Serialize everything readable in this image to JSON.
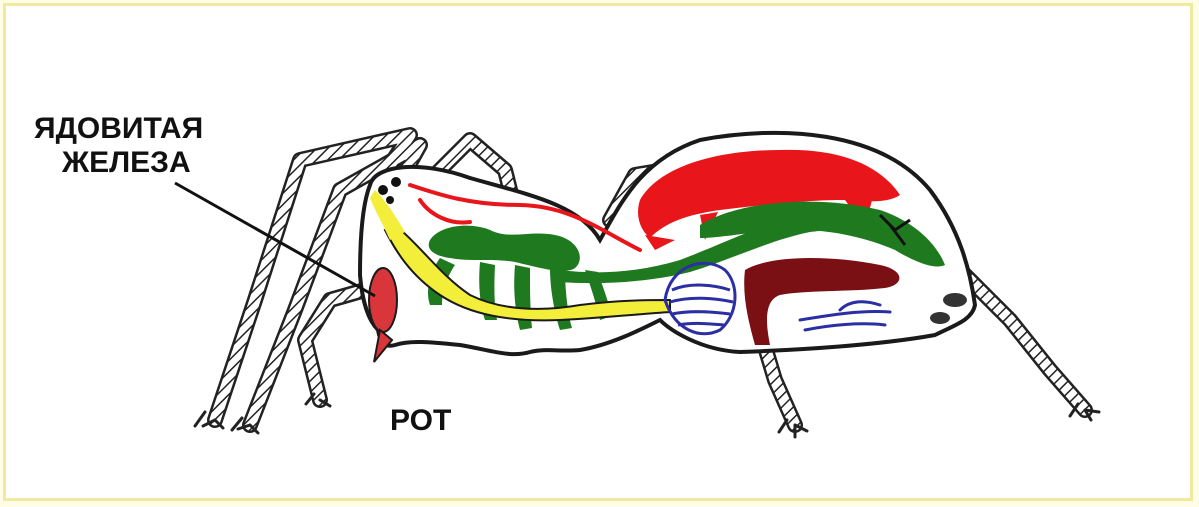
{
  "labels": {
    "venom_gland_line1": "ЯДОВИТАЯ",
    "venom_gland_line2": "ЖЕЛЕЗА",
    "mouth": "РОТ"
  },
  "colors": {
    "background": "#fffde6",
    "frame": "#f2e9a0",
    "heart_arteries": "#e8161b",
    "gut": "#1f7a1f",
    "venom_gland": "#d9363b",
    "yellow_organ": "#f2ee3a",
    "book_lung": "#2b2fa3",
    "silk_glands": "#7a0f14",
    "outline": "#1a1a1a"
  }
}
